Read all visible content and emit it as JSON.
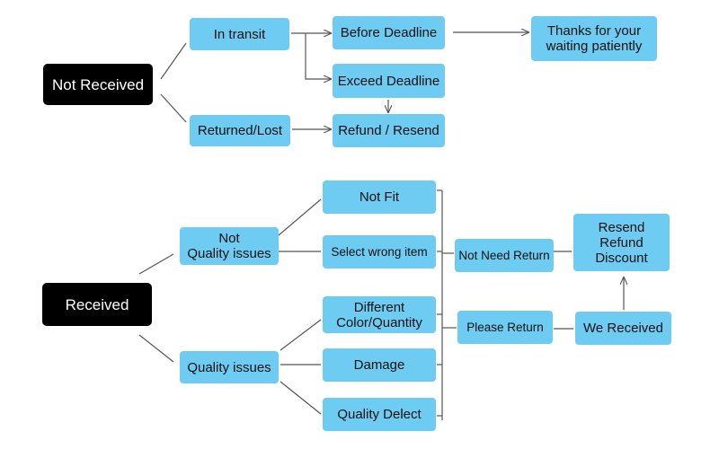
{
  "colors": {
    "node": "#6ecbf2",
    "root": "#000000",
    "root_text": "#ffffff",
    "line": "#555555"
  },
  "nodes": {
    "not_received": "Not Received",
    "in_transit": "In transit",
    "returned_lost": "Returned/Lost",
    "before_deadline": "Before Deadline",
    "exceed_deadline": "Exceed Deadline",
    "refund_resend": "Refund / Resend",
    "thanks": "Thanks for your\nwaiting patiently",
    "received": "Received",
    "not_quality": "Not\nQuality issues",
    "quality_issues": "Quality issues",
    "not_fit": "Not Fit",
    "select_wrong": "Select wrong item",
    "different": "Different\nColor/Quantity",
    "damage": "Damage",
    "quality_defect": "Quality Delect",
    "not_need_return": "Not Need Return",
    "please_return": "Please Return",
    "resend_refund_discount": "Resend\nRefund\nDiscount",
    "we_received": "We Received"
  }
}
